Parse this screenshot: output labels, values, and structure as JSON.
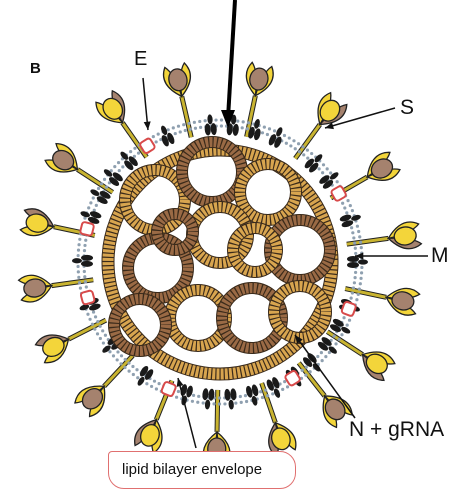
{
  "figure": {
    "panel_letter": "B",
    "labels": {
      "e": "E",
      "s": "S",
      "m": "M",
      "n_grna": "N + gRNA",
      "envelope": "lipid bilayer envelope"
    },
    "icons": [
      "spike-protein-icon",
      "membrane-protein-icon",
      "envelope-protein-icon",
      "nucleocapsid-icon",
      "lipid-bilayer-icon"
    ],
    "colors": {
      "spike_head_yellow": "#f3d53a",
      "spike_head_brown": "#a5826e",
      "spike_stalk": "#c9b430",
      "membrane_protein": "#1a1a1a",
      "envelope_protein": "#d84a4a",
      "nucleocapsid_light": "#d8a54f",
      "nucleocapsid_dark": "#9a6a45",
      "lipid_dots": "#8fa0b0",
      "callout_border": "#e07070"
    }
  }
}
